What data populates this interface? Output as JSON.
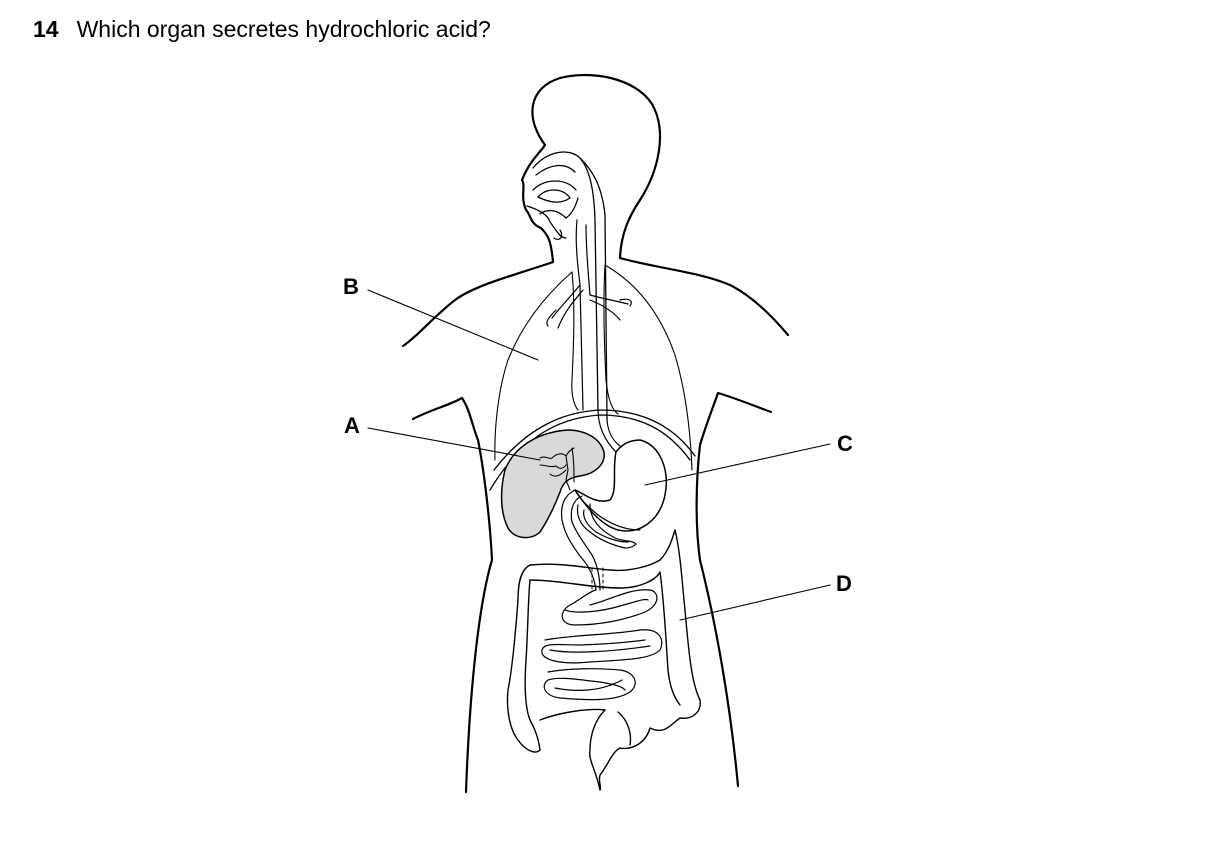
{
  "question": {
    "number": "14",
    "text": "Which organ secretes hydrochloric acid?"
  },
  "diagram": {
    "labels": {
      "A": "A",
      "B": "B",
      "C": "C",
      "D": "D"
    },
    "colors": {
      "outline": "#000000",
      "liver_fill": "#d9d9d9",
      "background": "#ffffff"
    }
  }
}
